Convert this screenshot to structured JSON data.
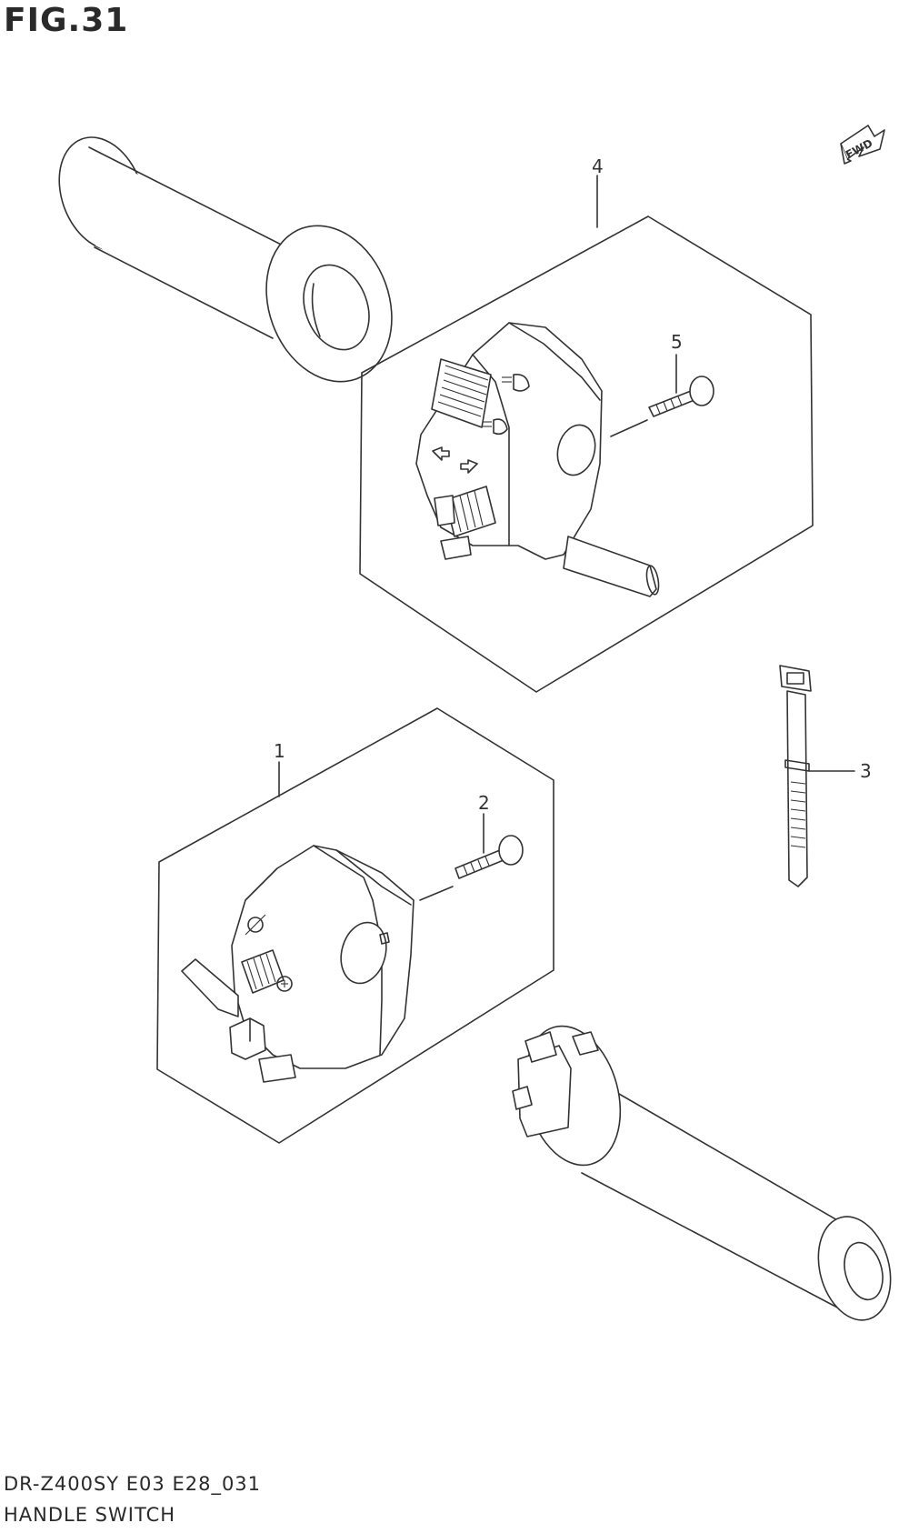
{
  "figure": {
    "title": "FIG.31",
    "model_code": "DR-Z400SY E03 E28_031",
    "section_name": "HANDLE SWITCH",
    "direction_badge": "FWD"
  },
  "callouts": [
    {
      "id": "1",
      "label": "1"
    },
    {
      "id": "2",
      "label": "2"
    },
    {
      "id": "3",
      "label": "3"
    },
    {
      "id": "4",
      "label": "4"
    },
    {
      "id": "5",
      "label": "5"
    }
  ]
}
